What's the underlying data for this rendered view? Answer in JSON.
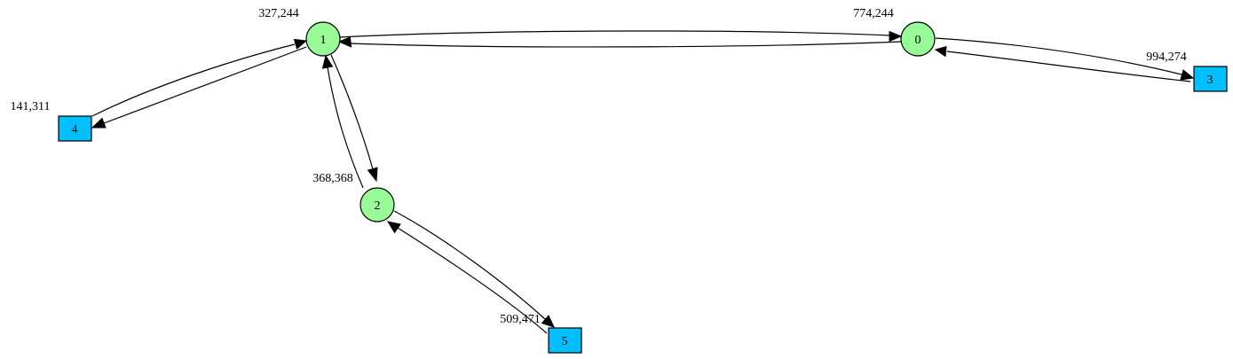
{
  "graph": {
    "colors": {
      "circle_fill": "#98fb98",
      "box_fill": "#00bfff",
      "edge": "#000000"
    },
    "nodes": [
      {
        "id": "0",
        "label": "0",
        "shape": "circle",
        "coord_label": "774,244"
      },
      {
        "id": "1",
        "label": "1",
        "shape": "circle",
        "coord_label": "327,244"
      },
      {
        "id": "2",
        "label": "2",
        "shape": "circle",
        "coord_label": "368,368"
      },
      {
        "id": "3",
        "label": "3",
        "shape": "box",
        "coord_label": "994,274"
      },
      {
        "id": "4",
        "label": "4",
        "shape": "box",
        "coord_label": "141,311"
      },
      {
        "id": "5",
        "label": "5",
        "shape": "box",
        "coord_label": "509,471"
      }
    ],
    "edges": [
      {
        "from": "1",
        "to": "0"
      },
      {
        "from": "0",
        "to": "1"
      },
      {
        "from": "0",
        "to": "3"
      },
      {
        "from": "3",
        "to": "0"
      },
      {
        "from": "1",
        "to": "4"
      },
      {
        "from": "4",
        "to": "1"
      },
      {
        "from": "1",
        "to": "2"
      },
      {
        "from": "2",
        "to": "1"
      },
      {
        "from": "2",
        "to": "5"
      },
      {
        "from": "5",
        "to": "2"
      }
    ]
  }
}
